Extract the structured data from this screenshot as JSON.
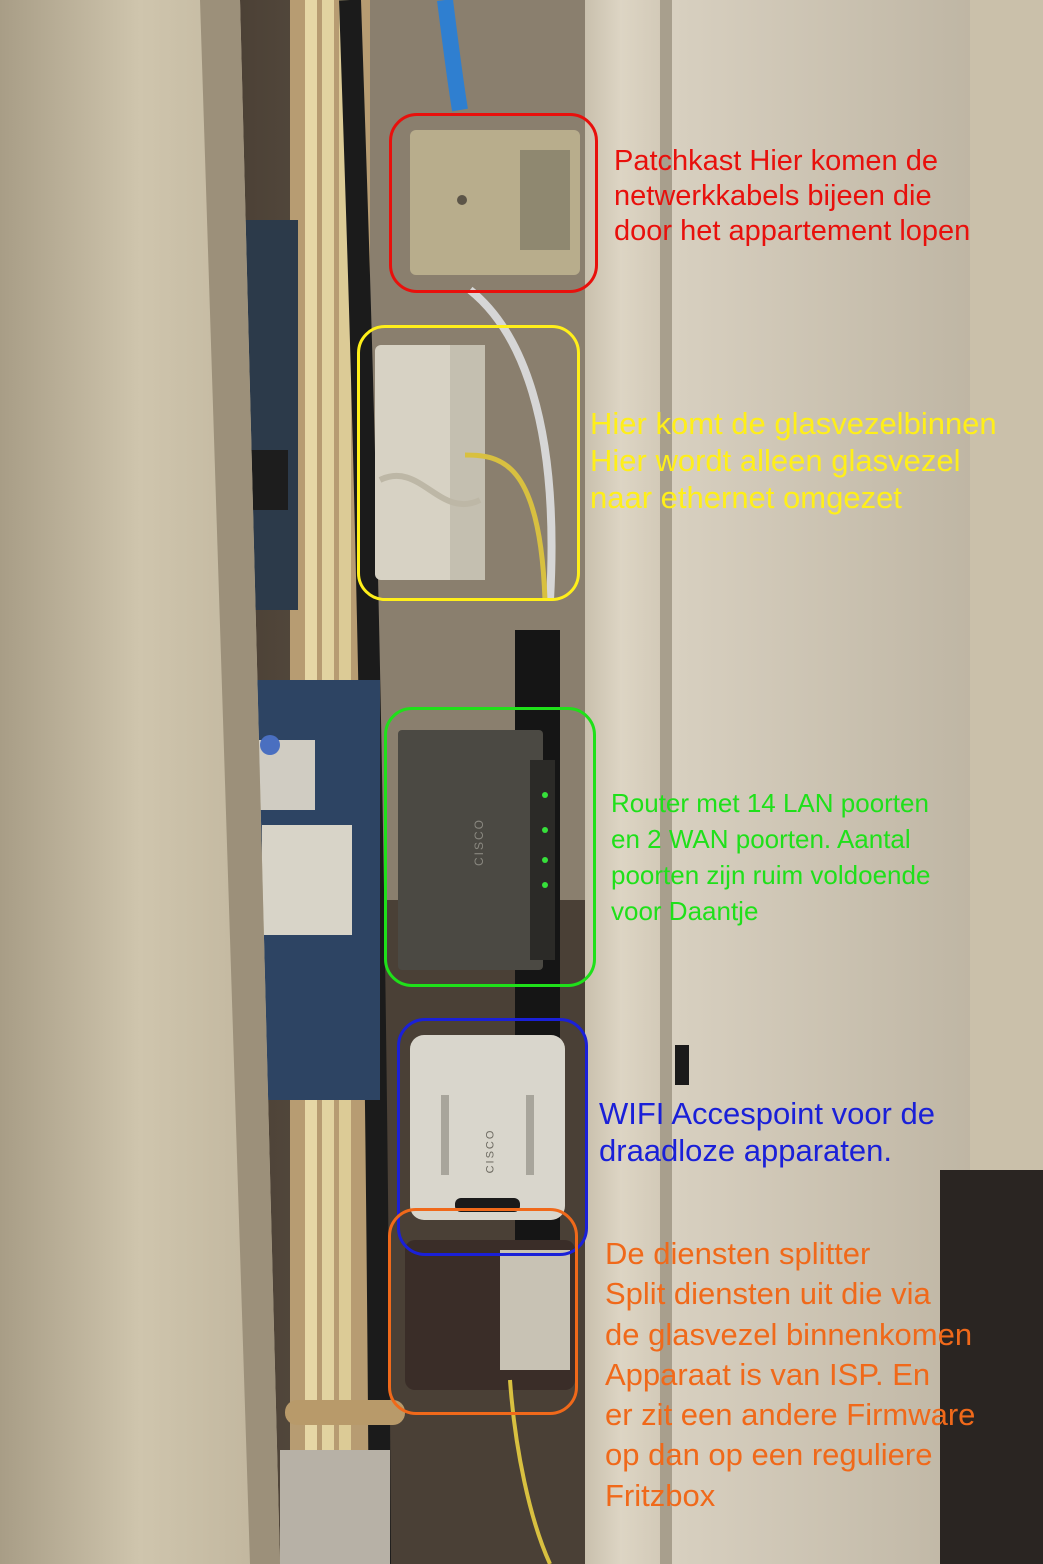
{
  "colors": {
    "red": "#e8100c",
    "yellow": "#ffef1a",
    "green": "#1fe01a",
    "blue": "#1a20d8",
    "orange": "#f0691a"
  },
  "annotations": {
    "patchkast": {
      "lines": [
        "Patchkast Hier komen de",
        "netwerkkabels bijeen die",
        "door het appartement lopen"
      ]
    },
    "glasvezel": {
      "lines": [
        "Hier komt de glasvezelbinnen",
        "Hier wordt alleen glasvezel",
        "naar ethernet omgezet"
      ]
    },
    "router": {
      "lines": [
        "Router met 14 LAN poorten",
        "en 2 WAN poorten. Aantal",
        "poorten zijn ruim voldoende",
        "voor Daantje"
      ]
    },
    "accesspoint": {
      "lines": [
        "WIFI Accespoint voor de",
        "draadloze apparaten."
      ]
    },
    "splitter": {
      "lines": [
        "De diensten splitter",
        "Split diensten uit die via",
        "de glasvezel binnenkomen",
        "Apparaat is van ISP. En",
        "er zit een andere Firmware",
        "op dan op een reguliere",
        "Fritzbox"
      ]
    }
  },
  "device_brands": {
    "router": "CISCO",
    "accesspoint": "CISCO"
  }
}
